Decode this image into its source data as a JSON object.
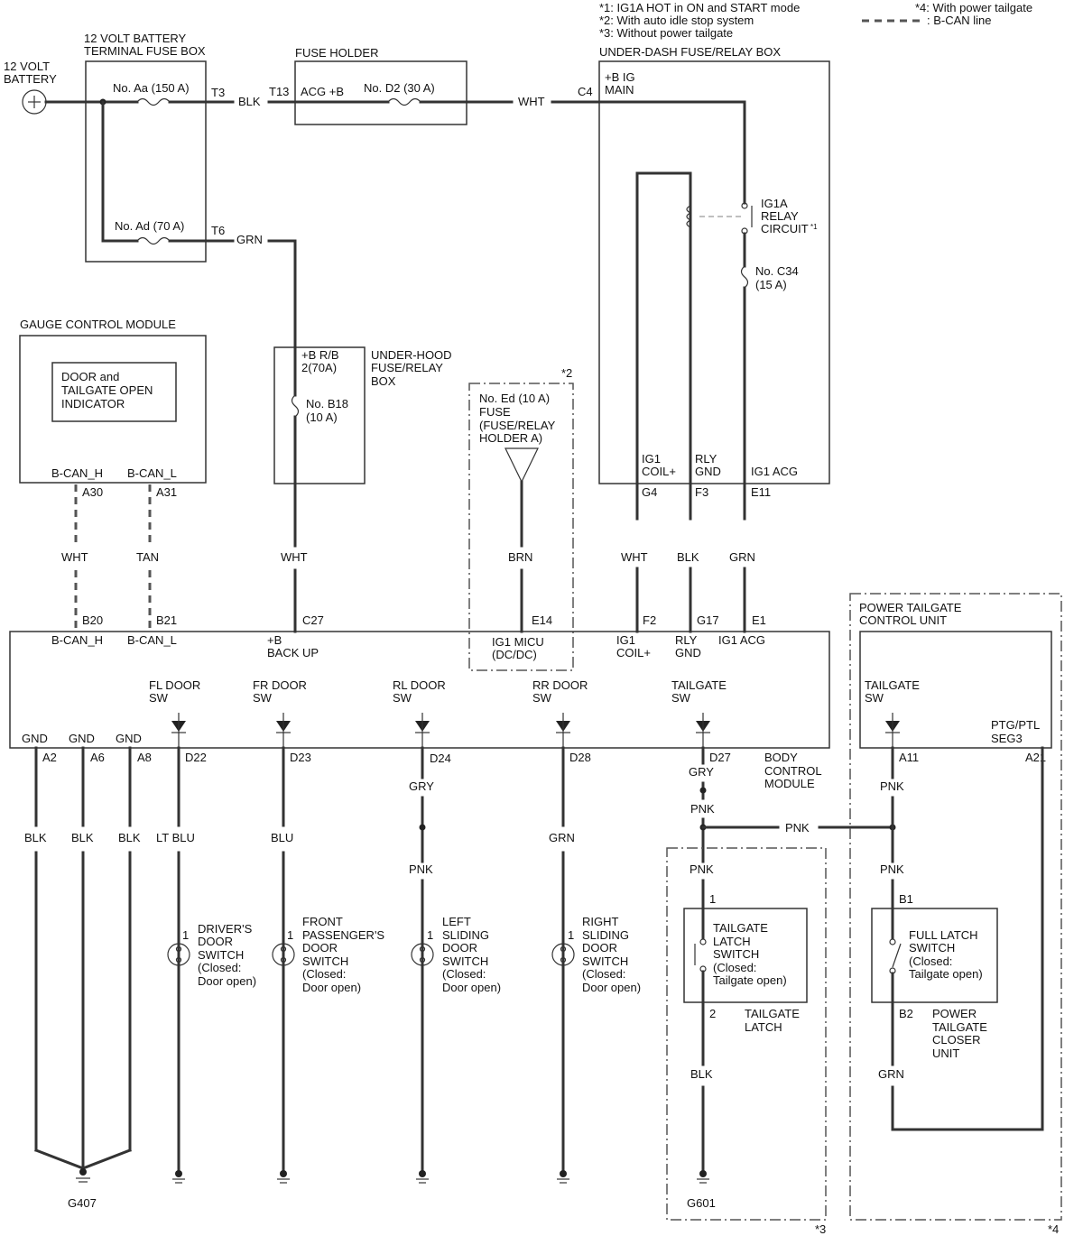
{
  "notes": {
    "n1": "*1: IG1A HOT in ON and START mode",
    "n2": "*2: With auto idle stop system",
    "n3": "*3: Without power tailgate",
    "n4": "*4: With power tailgate",
    "bcan": ": B-CAN line"
  },
  "battery": {
    "l1": "12 VOLT",
    "l2": "BATTERY"
  },
  "term_box": {
    "l1": "12 VOLT BATTERY",
    "l2": "TERMINAL FUSE BOX",
    "fuse_aa": "No. Aa (150 A)",
    "fuse_ad": "No. Ad (70 A)",
    "t3": "T3",
    "t6": "T6"
  },
  "fuse_holder": {
    "title": "FUSE HOLDER",
    "t13": "T13",
    "acg": "ACG +B",
    "fuse_d2": "No. D2 (30 A)"
  },
  "under_dash": {
    "title": "UNDER-DASH FUSE/RELAY BOX",
    "c4": "C4",
    "bplus1": "+B IG",
    "bplus2": "MAIN",
    "relay1": "IG1A",
    "relay2": "RELAY",
    "relay3": "CIRCUIT",
    "relay_sup": "*1",
    "fuse_c34a": "No. C34",
    "fuse_c34b": "(15 A)",
    "ig1coil1": "IG1",
    "ig1coil2": "COIL+",
    "rlygnd1": "RLY",
    "rlygnd2": "GND",
    "ig1acg": "IG1 ACG",
    "g4": "G4",
    "f3": "F3",
    "e11": "E11"
  },
  "gauge": {
    "title": "GAUGE CONTROL MODULE",
    "ind1": "DOOR and",
    "ind2": "TAILGATE OPEN",
    "ind3": "INDICATOR",
    "bcanh": "B-CAN_H",
    "bcanl": "B-CAN_L",
    "a30": "A30",
    "a31": "A31"
  },
  "under_hood": {
    "l1": "UNDER-HOOD",
    "l2": "FUSE/RELAY",
    "l3": "BOX",
    "bplus1": "+B R/B",
    "bplus2": "2(70A)",
    "fuse1": "No. B18",
    "fuse2": "(10 A)"
  },
  "fuse_ed": {
    "sup": "*2",
    "l1": "No. Ed (10 A)",
    "l2": "FUSE",
    "l3": "(FUSE/RELAY",
    "l4": "HOLDER A)"
  },
  "wires": {
    "blk": "BLK",
    "wht": "WHT",
    "grn": "GRN",
    "tan": "TAN",
    "brn": "BRN",
    "ltblu": "LT BLU",
    "blu": "BLU",
    "gry": "GRY",
    "pnk": "PNK"
  },
  "bcm": {
    "b20": "B20",
    "b21": "B21",
    "c27": "C27",
    "e14": "E14",
    "f2": "F2",
    "g17": "G17",
    "e1": "E1",
    "bcanh": "B-CAN_H",
    "bcanl": "B-CAN_L",
    "backup1": "+B",
    "backup2": "BACK UP",
    "micu1": "IG1 MICU",
    "micu2": "(DC/DC)",
    "coil1": "IG1",
    "coil2": "COIL+",
    "rly1": "RLY",
    "rly2": "GND",
    "acg": "IG1 ACG",
    "fl1": "FL DOOR",
    "fl2": "SW",
    "fr1": "FR DOOR",
    "fr2": "SW",
    "rl1": "RL DOOR",
    "rl2": "SW",
    "rr1": "RR DOOR",
    "rr2": "SW",
    "tg1": "TAILGATE",
    "tg2": "SW",
    "gnd": "GND",
    "a2": "A2",
    "a6": "A6",
    "a8": "A8",
    "d22": "D22",
    "d23": "D23",
    "d24": "D24",
    "d28": "D28",
    "d27": "D27",
    "name1": "BODY",
    "name2": "CONTROL",
    "name3": "MODULE"
  },
  "ptg": {
    "sup": "*4",
    "title1": "POWER TAILGATE",
    "title2": "CONTROL UNIT",
    "tsw1": "TAILGATE",
    "tsw2": "SW",
    "seg1": "PTG/PTL",
    "seg2": "SEG3",
    "a11": "A11",
    "a21": "A21"
  },
  "switches": {
    "one": "1",
    "drv": [
      "DRIVER'S",
      "DOOR",
      "SWITCH",
      "(Closed:",
      "Door open)"
    ],
    "fp": [
      "FRONT",
      "PASSENGER'S",
      "DOOR",
      "SWITCH",
      "(Closed:",
      "Door open)"
    ],
    "ls": [
      "LEFT",
      "SLIDING",
      "DOOR",
      "SWITCH",
      "(Closed:",
      "Door open)"
    ],
    "rs": [
      "RIGHT",
      "SLIDING",
      "DOOR",
      "SWITCH",
      "(Closed:",
      "Door open)"
    ]
  },
  "latch": {
    "sup": "*3",
    "p1": "1",
    "p2": "2",
    "sw": [
      "TAILGATE",
      "LATCH",
      "SWITCH",
      "(Closed:",
      "Tailgate open)"
    ],
    "name1": "TAILGATE",
    "name2": "LATCH"
  },
  "closer": {
    "b1": "B1",
    "b2": "B2",
    "sw": [
      "FULL LATCH",
      "SWITCH",
      "(Closed:",
      "Tailgate open)"
    ],
    "name1": "POWER",
    "name2": "TAILGATE",
    "name3": "CLOSER",
    "name4": "UNIT"
  },
  "grounds": {
    "g407": "G407",
    "g601": "G601"
  }
}
